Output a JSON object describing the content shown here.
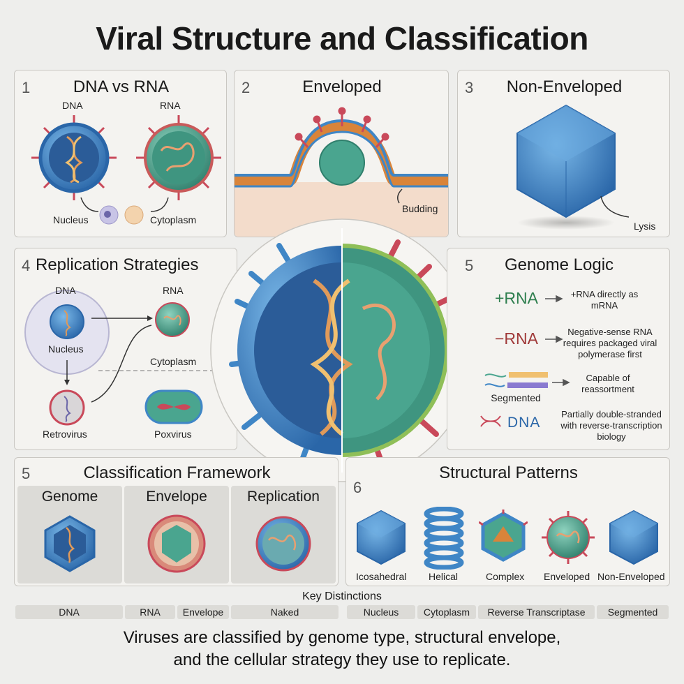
{
  "title": "Viral Structure and Classification",
  "panels": {
    "p1": {
      "num": "1",
      "title": "DNA vs RNA",
      "dna": "DNA",
      "rna": "RNA",
      "nucleus": "Nucleus",
      "cytoplasm": "Cytoplasm"
    },
    "p2": {
      "num": "2",
      "title": "Enveloped",
      "budding": "Budding"
    },
    "p3": {
      "num": "3",
      "title": "Non-Enveloped",
      "lysis": "Lysis"
    },
    "p4": {
      "num": "4",
      "title": "Replication Strategies",
      "dna": "DNA",
      "nucleus": "Nucleus",
      "rna": "RNA",
      "cytoplasm": "Cytoplasm",
      "retrovirus": "Retrovirus",
      "poxvirus": "Poxvirus"
    },
    "p5": {
      "num": "5",
      "title": "Genome Logic",
      "rows": [
        {
          "key": "+RNA",
          "desc": "+RNA directly as mRNA"
        },
        {
          "key": "−RNA",
          "desc": "Negative-sense RNA requires packaged viral polymerase first"
        },
        {
          "key": "Segmented",
          "desc": "Capable of reassortment"
        },
        {
          "key": "DNA",
          "desc": "Partially double-stranded with reverse-transcription biology"
        }
      ]
    },
    "p6": {
      "num": "5",
      "title": "Classification Framework",
      "cols": [
        "Genome",
        "Envelope",
        "Replication"
      ]
    },
    "p7": {
      "num": "6",
      "title": "Structural Patterns",
      "types": [
        "Icosahedral",
        "Helical",
        "Complex",
        "Enveloped",
        "Non-Enveloped"
      ]
    }
  },
  "key_distinctions": {
    "title": "Key Distinctions",
    "items": [
      "DNA",
      "RNA",
      "Envelope",
      "Naked",
      "Nucleus",
      "Cytoplasm",
      "Reverse Transcriptase",
      "Segmented"
    ]
  },
  "footer": {
    "line1": "Viruses are classified by genome type, structural envelope,",
    "line2": "and the cellular strategy they use to replicate."
  },
  "colors": {
    "blue": "#3f86c6",
    "green": "#4aa58f",
    "red": "#c9495a",
    "orange": "#d9843a",
    "background": "#eeeeec"
  }
}
